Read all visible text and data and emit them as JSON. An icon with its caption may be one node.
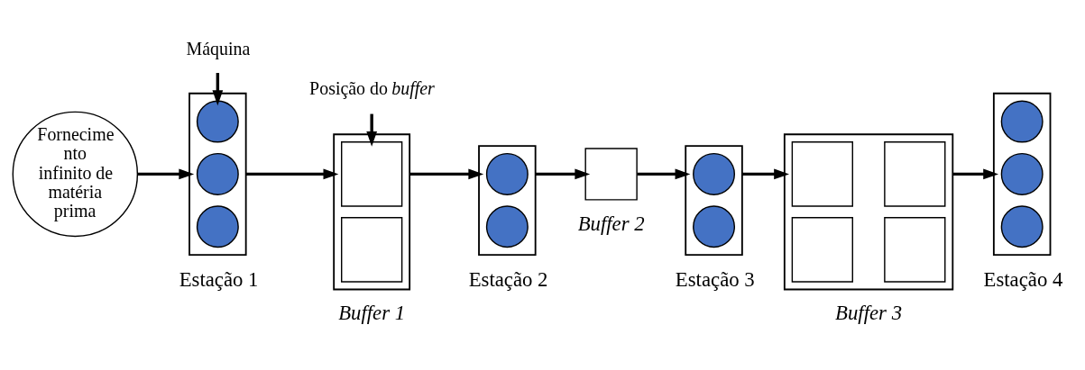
{
  "diagram": {
    "nodes": [
      {
        "text": [
          "Fornecime nto infinito de matéria prima"
        ]
      },
      {
        "text": [],
        "shape": "box",
        "beside": [
          "Estação 1"
        ]
      },
      {
        "text": [],
        "shape": "circle",
        "in": 1
      },
      {
        "text": [],
        "shape": "circle",
        "in": 1
      },
      {
        "text": [],
        "shape": "circle",
        "in": 1
      },
      {
        "text": [],
        "shape": "box",
        "beside": [
          "Buffer 1"
        ]
      },
      {
        "text": [],
        "shape": "box",
        "in": 5
      },
      {
        "text": [],
        "shape": "box",
        "in": 5
      },
      {
        "text": [],
        "shape": "box",
        "beside": [
          "Estação 2"
        ]
      },
      {
        "text": [],
        "shape": "circle",
        "in": 8
      },
      {
        "text": [],
        "shape": "circle",
        "in": 8
      },
      {
        "text": [],
        "shape": "box",
        "beside": [
          "Buffer 2"
        ]
      },
      {
        "text": [],
        "shape": "box",
        "beside": [
          "Estação 3"
        ]
      },
      {
        "text": [],
        "shape": "circle",
        "in": 12
      },
      {
        "text": [],
        "shape": "circle",
        "in": 12
      },
      {
        "text": [],
        "shape": "box",
        "beside": [
          "Buffer 3"
        ]
      },
      {
        "text": [],
        "shape": "box",
        "in": 15
      },
      {
        "text": [],
        "shape": "box",
        "in": 15
      },
      {
        "text": [],
        "shape": "box",
        "in": 15
      },
      {
        "text": [],
        "shape": "box",
        "in": 15
      },
      {
        "text": [],
        "shape": "box",
        "beside": [
          "Estação 4"
        ]
      },
      {
        "text": [],
        "shape": "circle",
        "in": 20
      },
      {
        "text": [],
        "shape": "circle",
        "in": 20
      },
      {
        "text": [],
        "shape": "circle",
        "in": 20
      },
      {
        "text": [
          "Máquina"
        ]
      },
      {
        "text": [
          "Posição do *buffer*"
        ]
      }
    ],
    "edges": [
      {
        "from": 0,
        "to": 1,
        "arrow": "to"
      },
      {
        "from": 1,
        "to": 5,
        "arrow": "to"
      },
      {
        "from": 5,
        "to": 8,
        "arrow": "to"
      },
      {
        "from": 8,
        "to": 11,
        "arrow": "to"
      },
      {
        "from": 11,
        "to": 12,
        "arrow": "to"
      },
      {
        "from": 12,
        "to": 15,
        "arrow": "to"
      },
      {
        "from": 15,
        "to": 20,
        "arrow": "to"
      },
      {
        "from": 24,
        "to": 2,
        "arrow": "to"
      },
      {
        "from": 25,
        "to": 6,
        "arrow": "to"
      }
    ]
  }
}
